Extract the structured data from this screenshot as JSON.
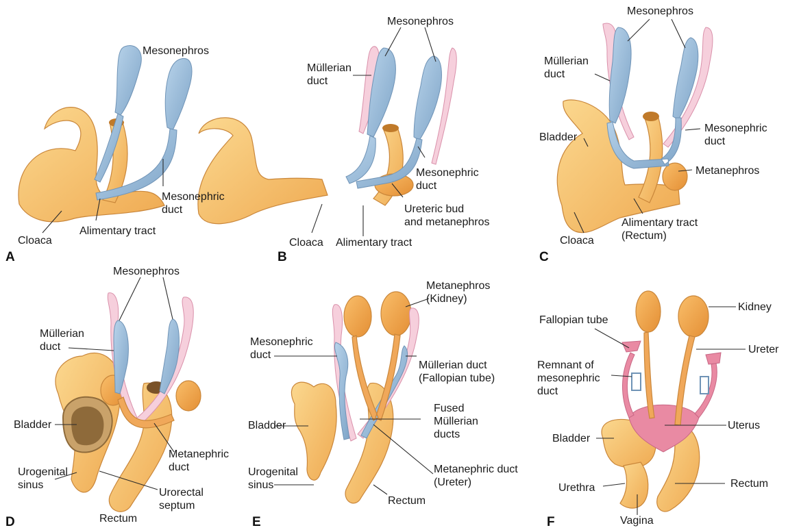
{
  "panels": [
    {
      "letter": "A",
      "labels": {
        "mesonephros": "Mesonephros",
        "mesonephric_duct": "Mesonephric\nduct",
        "cloaca": "Cloaca",
        "alimentary_tract": "Alimentary tract"
      }
    },
    {
      "letter": "B",
      "labels": {
        "mesonephros": "Mesonephros",
        "mullerian_duct": "Müllerian\nduct",
        "mesonephric_duct": "Mesonephric\nduct",
        "ureteric_bud": "Ureteric bud\nand metanephros",
        "cloaca": "Cloaca",
        "alimentary_tract": "Alimentary tract"
      }
    },
    {
      "letter": "C",
      "labels": {
        "mesonephros": "Mesonephros",
        "mullerian_duct": "Müllerian\nduct",
        "mesonephric_duct": "Mesonephric\nduct",
        "bladder": "Bladder",
        "metanephros": "Metanephros",
        "alimentary_tract": "Alimentary tract\n(Rectum)",
        "cloaca": "Cloaca"
      }
    },
    {
      "letter": "D",
      "labels": {
        "mesonephros": "Mesonephros",
        "mullerian_duct": "Müllerian\nduct",
        "bladder": "Bladder",
        "metanephric_duct": "Metanephric\nduct",
        "urogenital_sinus": "Urogenital\nsinus",
        "urorectal_septum": "Urorectal\nseptum",
        "rectum": "Rectum"
      }
    },
    {
      "letter": "E",
      "labels": {
        "metanephros": "Metanephros\n(Kidney)",
        "mesonephric_duct": "Mesonephric\nduct",
        "mullerian_duct": "Müllerian duct\n(Fallopian tube)",
        "fused_mullerian": "Fused\nMüllerian\nducts",
        "bladder": "Bladder",
        "metanephric_duct": "Metanephric duct\n(Ureter)",
        "urogenital_sinus": "Urogenital\nsinus",
        "rectum": "Rectum"
      }
    },
    {
      "letter": "F",
      "labels": {
        "kidney": "Kidney",
        "fallopian_tube": "Fallopian tube",
        "ureter": "Ureter",
        "remnant": "Remnant of\nmesonephric\nduct",
        "uterus": "Uterus",
        "bladder": "Bladder",
        "rectum": "Rectum",
        "urethra": "Urethra",
        "vagina": "Vagina"
      }
    }
  ],
  "colors": {
    "orange": "#f6c36e",
    "orange_dark": "#e9a24a",
    "blue": "#9ebfdc",
    "pink": "#f2c2d0",
    "uterus_pink": "#e98aa3",
    "bladder_lumen": "#a07a4a"
  }
}
